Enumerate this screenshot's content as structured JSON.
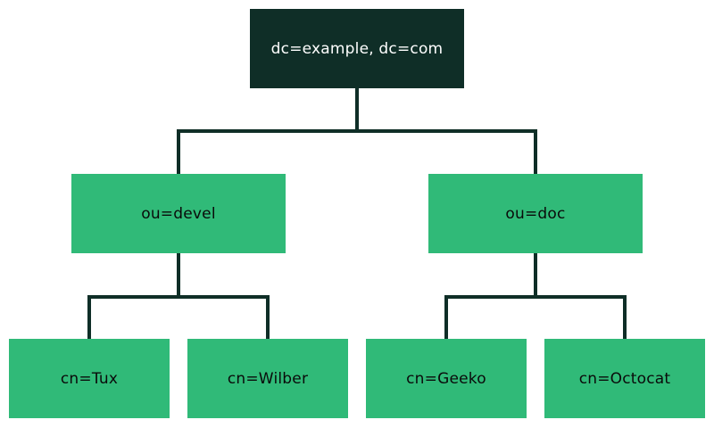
{
  "colors": {
    "root_fill": "#0f2e27",
    "node_fill": "#30ba78",
    "connector": "#0f2e27",
    "root_text": "#ffffff",
    "node_text": "#0a0a0a"
  },
  "tree": {
    "root": {
      "label": "dc=example, dc=com"
    },
    "ous": [
      {
        "label": "ou=devel",
        "children": [
          {
            "label": "cn=Tux"
          },
          {
            "label": "cn=Wilber"
          }
        ]
      },
      {
        "label": "ou=doc",
        "children": [
          {
            "label": "cn=Geeko"
          },
          {
            "label": "cn=Octocat"
          }
        ]
      }
    ]
  }
}
